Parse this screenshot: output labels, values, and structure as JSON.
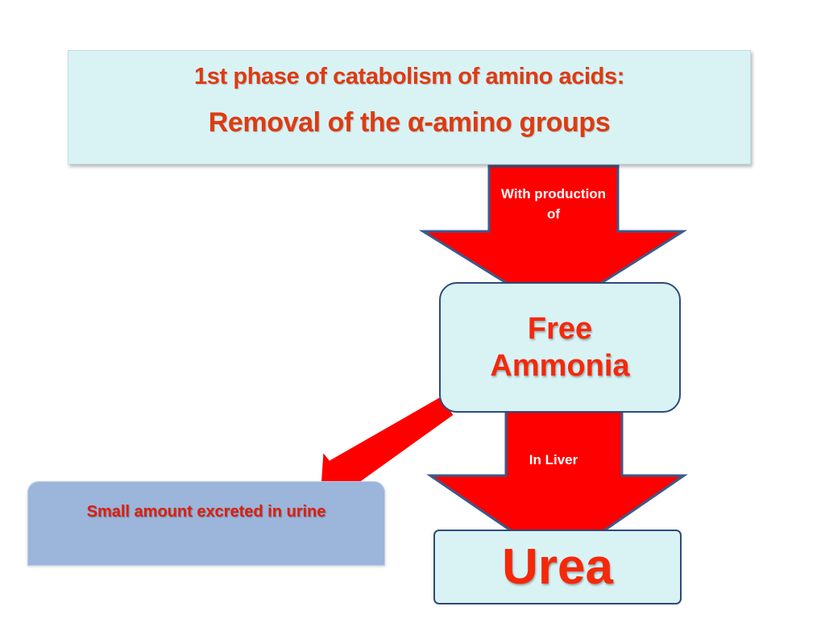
{
  "title": {
    "line1": "1st phase of catabolism of amino acids:",
    "line2": "Removal of the α-amino groups"
  },
  "arrows": {
    "production_label": "With production of",
    "liver_label": "In Liver"
  },
  "nodes": {
    "ammonia": "Free Ammonia",
    "urea": "Urea",
    "urine": "Small amount excreted in urine"
  },
  "colors": {
    "title_text": "#e03a10",
    "box_fill": "#d9f3f5",
    "arrow_fill": "#ff0000",
    "arrow_outline": "#3a5a8c",
    "urine_box_fill": "#9bb5db",
    "node_text": "#f5280a"
  }
}
